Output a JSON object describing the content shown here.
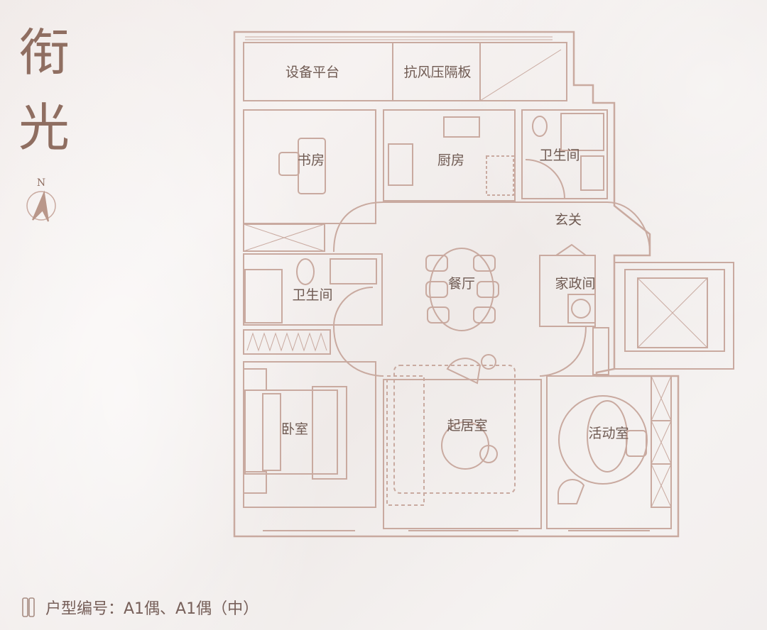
{
  "title": [
    "衔",
    "光"
  ],
  "compass": {
    "label": "N"
  },
  "rooms": {
    "equipment_platform": "设备平台",
    "wind_panel": "抗风压隔板",
    "study": "书房",
    "kitchen": "厨房",
    "bathroom_1": "卫生间",
    "foyer": "玄关",
    "bathroom_2": "卫生间",
    "dining": "餐厅",
    "utility": "家政间",
    "bedroom": "卧室",
    "living": "起居室",
    "activity": "活动室"
  },
  "footer": {
    "unit_type": "户型编号：A1偶、A1偶（中）"
  },
  "colors": {
    "line": "#c9aaa0",
    "title": "#8f6e61",
    "text": "#6f5a52"
  }
}
